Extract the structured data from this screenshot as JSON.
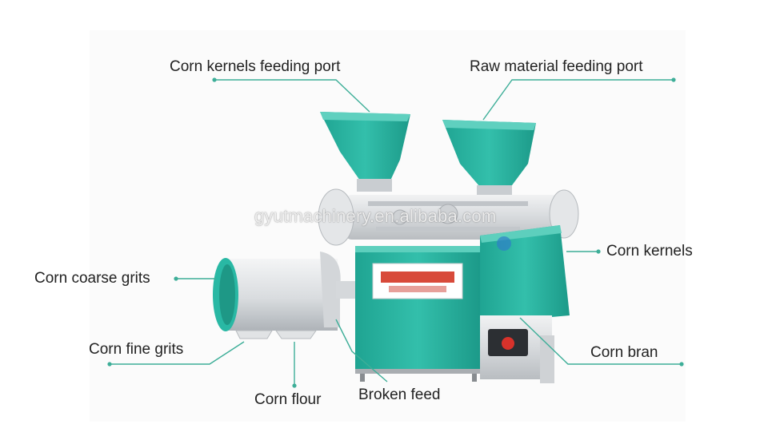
{
  "labels": {
    "kernels_feeding_port": "Corn kernels feeding port",
    "raw_feeding_port": "Raw material feeding port",
    "corn_kernels": "Corn kernels",
    "coarse_grits": "Corn coarse grits",
    "fine_grits": "Corn fine grits",
    "corn_bran": "Corn bran",
    "corn_flour": "Corn flour",
    "broken_feed": "Broken feed"
  },
  "watermark": "gyutmachinery.en.alibaba.com",
  "colors": {
    "machine_teal": "#26b3a0",
    "leader_line": "#3dae98",
    "body_silver": "#dcdfe2"
  }
}
